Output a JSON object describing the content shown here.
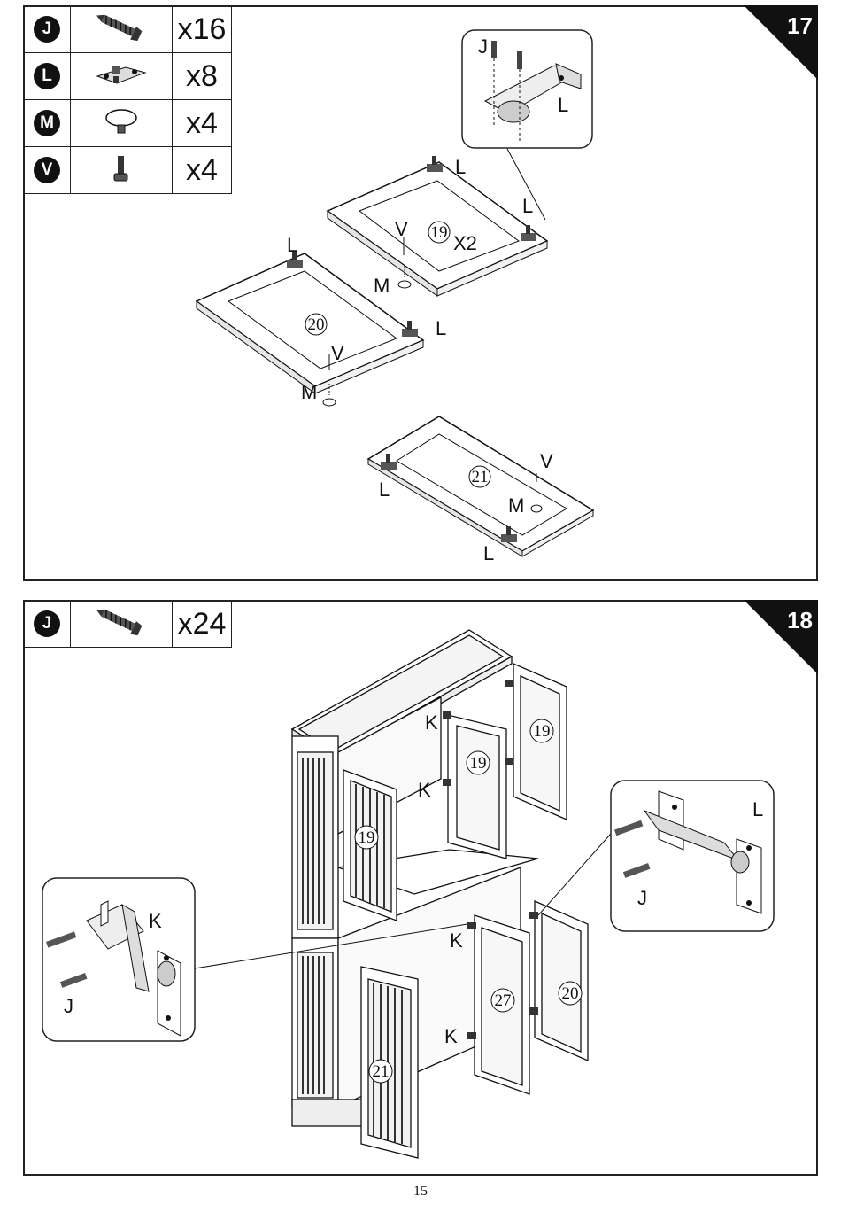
{
  "step17": {
    "step_number": "17",
    "parts": [
      {
        "letter": "J",
        "icon": "screw-icon",
        "qty": "x16"
      },
      {
        "letter": "L",
        "icon": "hinge-icon",
        "qty": "x8"
      },
      {
        "letter": "M",
        "icon": "knob-icon",
        "qty": "x4"
      },
      {
        "letter": "V",
        "icon": "bolt-icon",
        "qty": "x4"
      }
    ],
    "callouts": {
      "j": "J",
      "l": "L",
      "v": "V",
      "m": "M",
      "p19": "19",
      "x2": "X2",
      "p20": "20",
      "p21": "21"
    }
  },
  "step18": {
    "step_number": "18",
    "parts": [
      {
        "letter": "J",
        "icon": "screw-icon",
        "qty": "x24"
      }
    ],
    "callouts": {
      "k": "K",
      "j": "J",
      "l": "L",
      "p19": "19",
      "p20": "20",
      "p21": "21",
      "p27": "27"
    }
  },
  "page_number": "15"
}
